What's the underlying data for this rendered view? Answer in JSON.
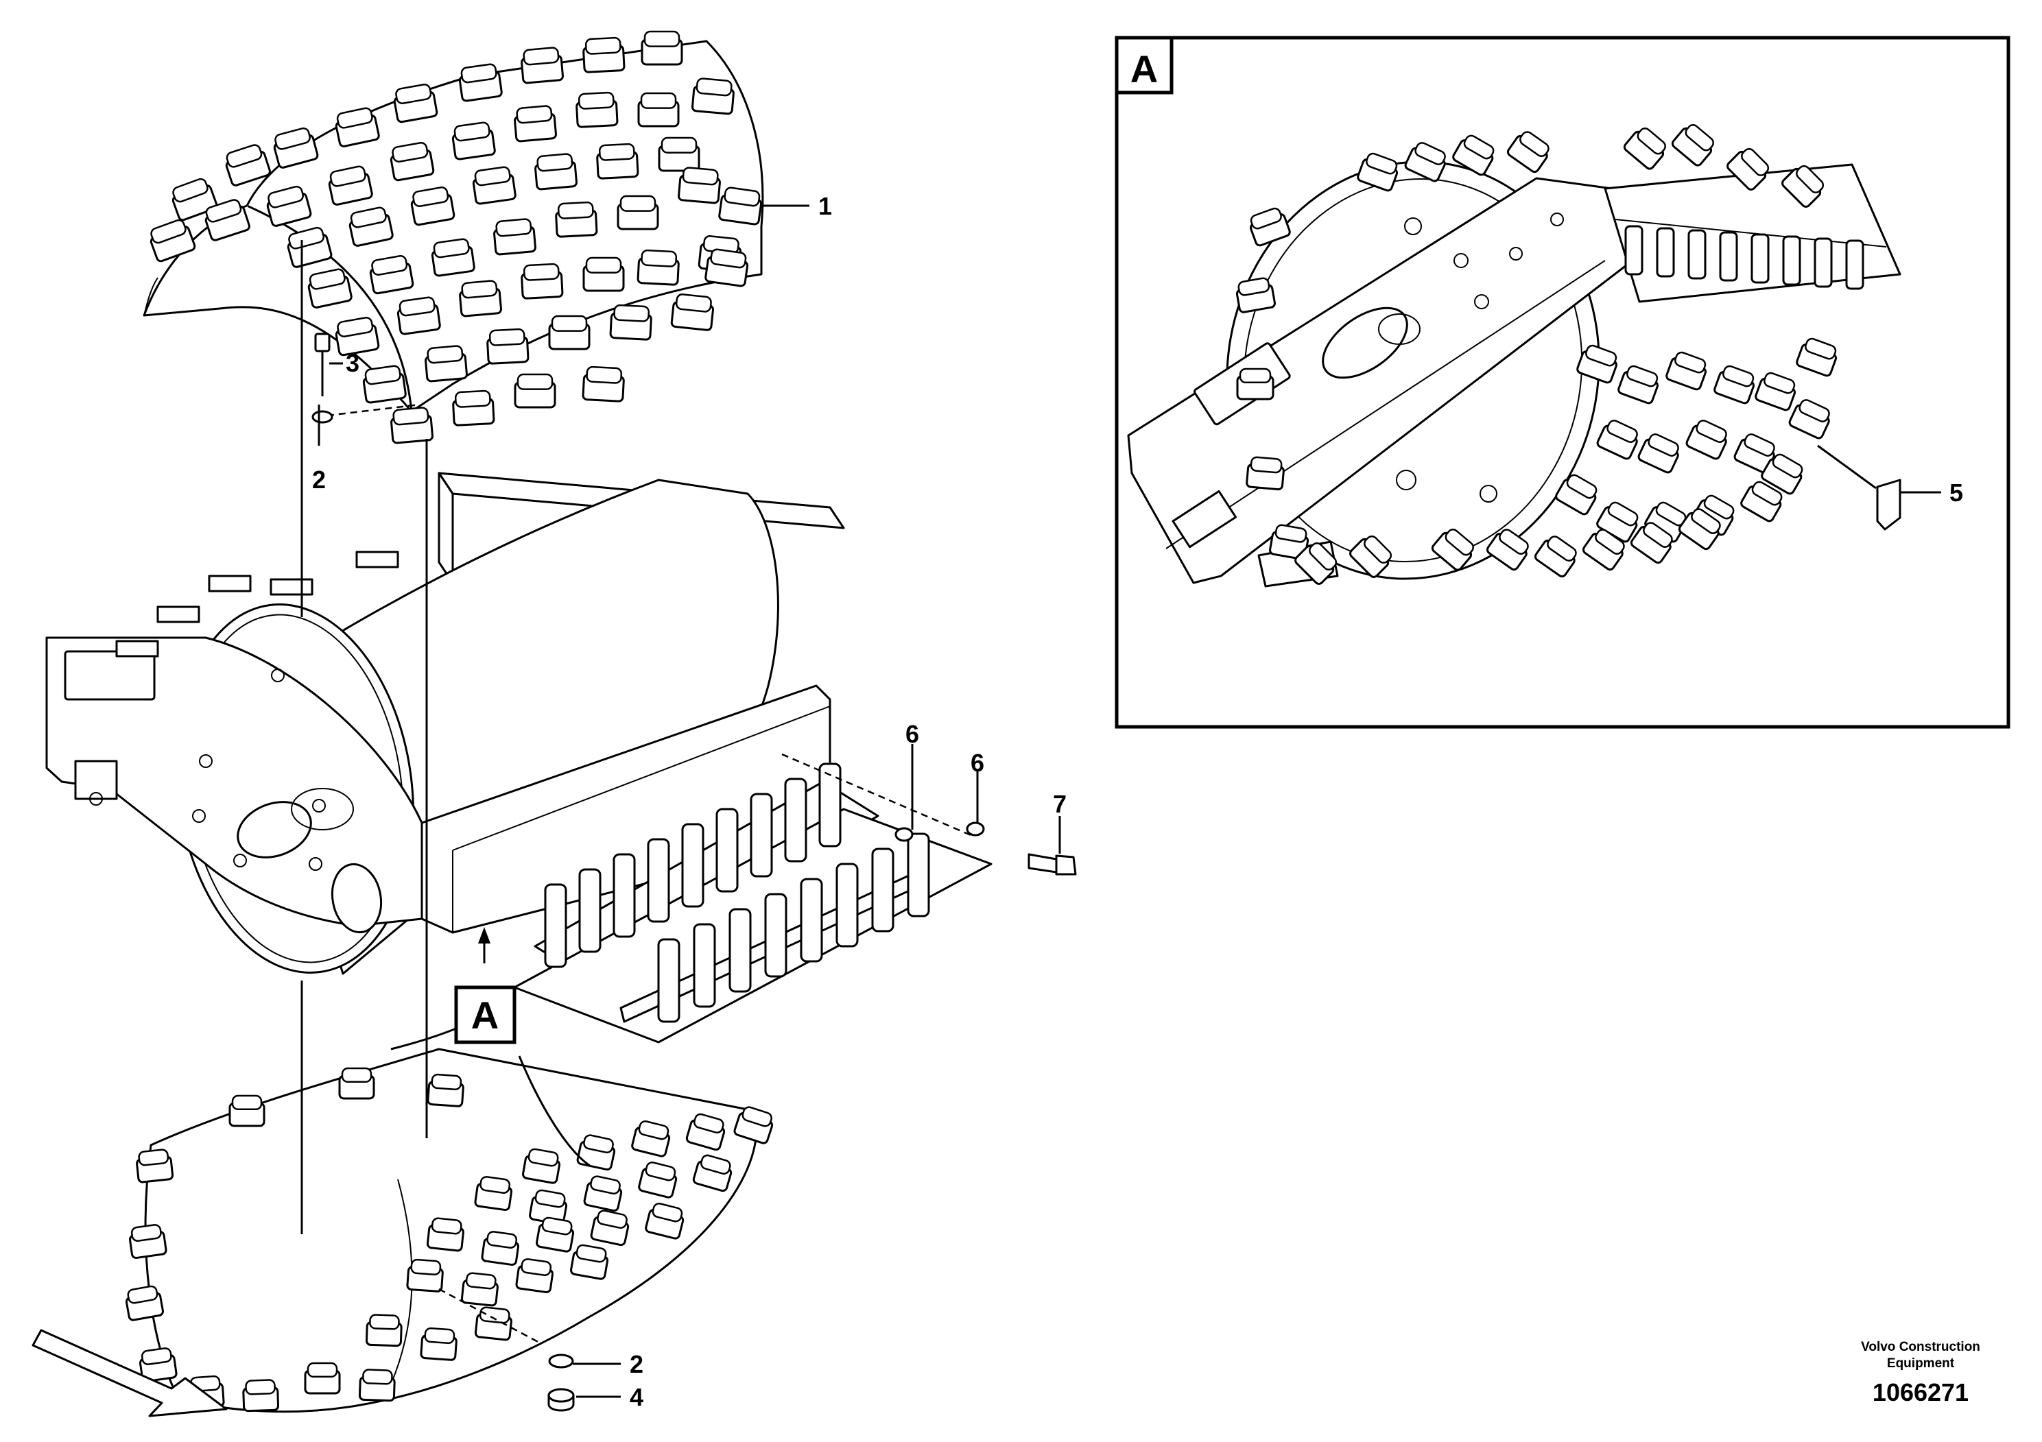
{
  "detail": {
    "label": "A"
  },
  "callouts": {
    "main_view_marker": "A",
    "part_1": "1",
    "part_2_upper": "2",
    "part_3": "3",
    "part_2_lower": "2",
    "part_4": "4",
    "part_5": "5",
    "part_6_left": "6",
    "part_6_right": "6",
    "part_7": "7"
  },
  "footer": {
    "company_line1": "Volvo Construction",
    "company_line2": "Equipment",
    "drawing_number": "1066271"
  }
}
